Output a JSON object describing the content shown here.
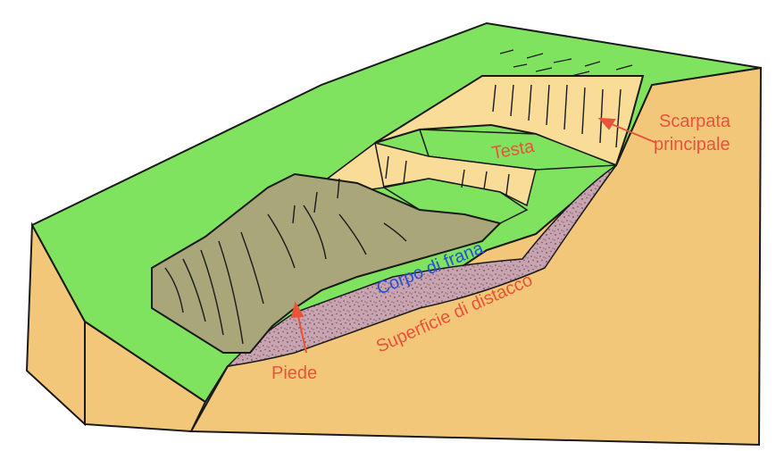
{
  "diagram": {
    "labels": {
      "scarpata_line1": "Scarpata",
      "scarpata_line2": "principale",
      "testa": "Testa",
      "corpo": "Corpo di frana",
      "superficie": "Superficie di distacco",
      "piede": "Piede"
    },
    "colors": {
      "grass": "#7fe35f",
      "soil": "#f3c77a",
      "scarp": "#f8dc98",
      "slide_body": "#a9a67a",
      "slip_surface": "#c8a3b0",
      "label_red": "#e8533a",
      "label_blue": "#2a4fd0",
      "outline": "#1a1a1a"
    }
  }
}
